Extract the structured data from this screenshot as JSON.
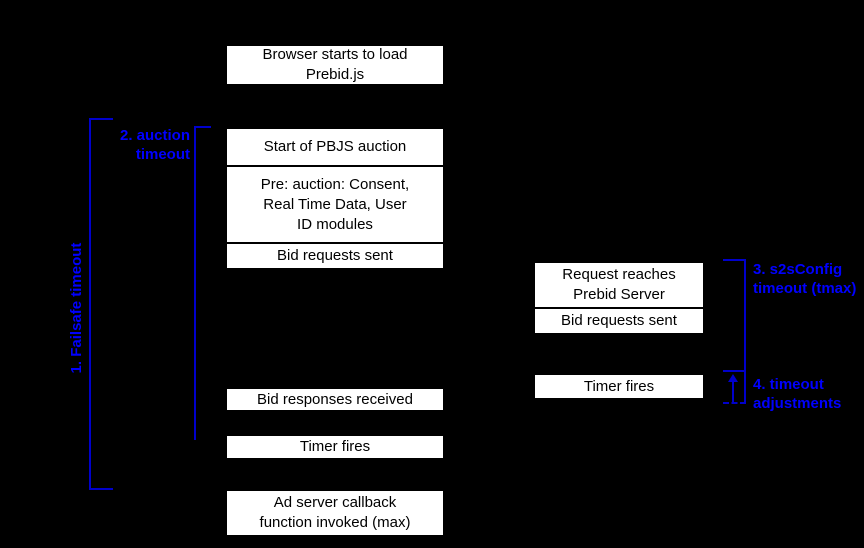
{
  "colors": {
    "background": "#000000",
    "box_background": "#ffffff",
    "box_border": "#000000",
    "bracket_line": "#0000cc",
    "label_text": "#0000ff"
  },
  "client_timeline": {
    "browser_box": "Browser starts to load\nPrebid.js",
    "auction_stack": [
      "Start of PBJS auction",
      "Pre: auction: Consent,\nReal Time Data, User\nID modules",
      "Bid requests sent"
    ],
    "bid_responses_box": "Bid responses received",
    "timer_box": "Timer fires",
    "ad_server_box": "Ad server callback\nfunction invoked (max)"
  },
  "server_timeline": {
    "request_stack": [
      "Request reaches\nPrebid Server",
      "Bid requests sent"
    ],
    "timer_box": "Timer fires"
  },
  "labels": {
    "failsafe_timeout": "1. Failsafe timeout",
    "auction_timeout": "2. auction\ntimeout",
    "s2s_timeout": "3. s2sConfig\ntimeout (tmax)",
    "timeout_adjustments": "4. timeout\nadjustments"
  }
}
